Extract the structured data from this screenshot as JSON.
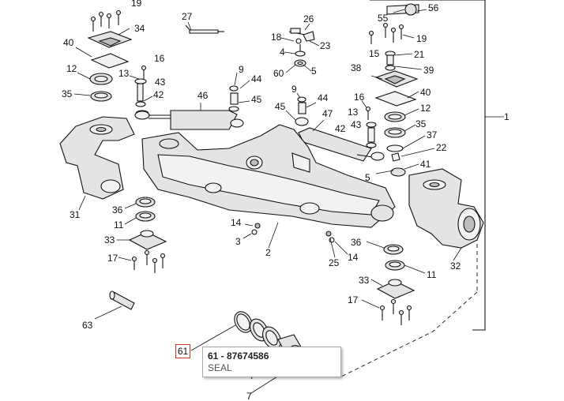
{
  "labels": {
    "p1": "1",
    "p2": "2",
    "p3": "3",
    "p4": "4",
    "p5": "5",
    "p5b": "5",
    "p7": "7",
    "p9": "9",
    "p9b": "9",
    "p11": "11",
    "p11b": "11",
    "p12": "12",
    "p12b": "12",
    "p13": "13",
    "p13b": "13",
    "p14": "14",
    "p14b": "14",
    "p15": "15",
    "p16": "16",
    "p16b": "16",
    "p17": "17",
    "p17b": "17",
    "p18": "18",
    "p19": "19",
    "p19b": "19",
    "p21": "21",
    "p22": "22",
    "p23": "23",
    "p25": "25",
    "p26": "26",
    "p27": "27",
    "p31": "31",
    "p32": "32",
    "p33": "33",
    "p33b": "33",
    "p34": "34",
    "p35": "35",
    "p35b": "35",
    "p36": "36",
    "p36b": "36",
    "p37": "37",
    "p38": "38",
    "p39": "39",
    "p40": "40",
    "p40b": "40",
    "p41": "41",
    "p42": "42",
    "p42b": "42",
    "p43": "43",
    "p43b": "43",
    "p44": "44",
    "p44b": "44",
    "p45": "45",
    "p45b": "45",
    "p46": "46",
    "p47": "47",
    "p55": "55",
    "p56": "56",
    "p60": "60",
    "p63": "63"
  },
  "callout": {
    "number": "61"
  },
  "tooltip": {
    "title": "61 - 87674586",
    "description": "SEAL"
  }
}
